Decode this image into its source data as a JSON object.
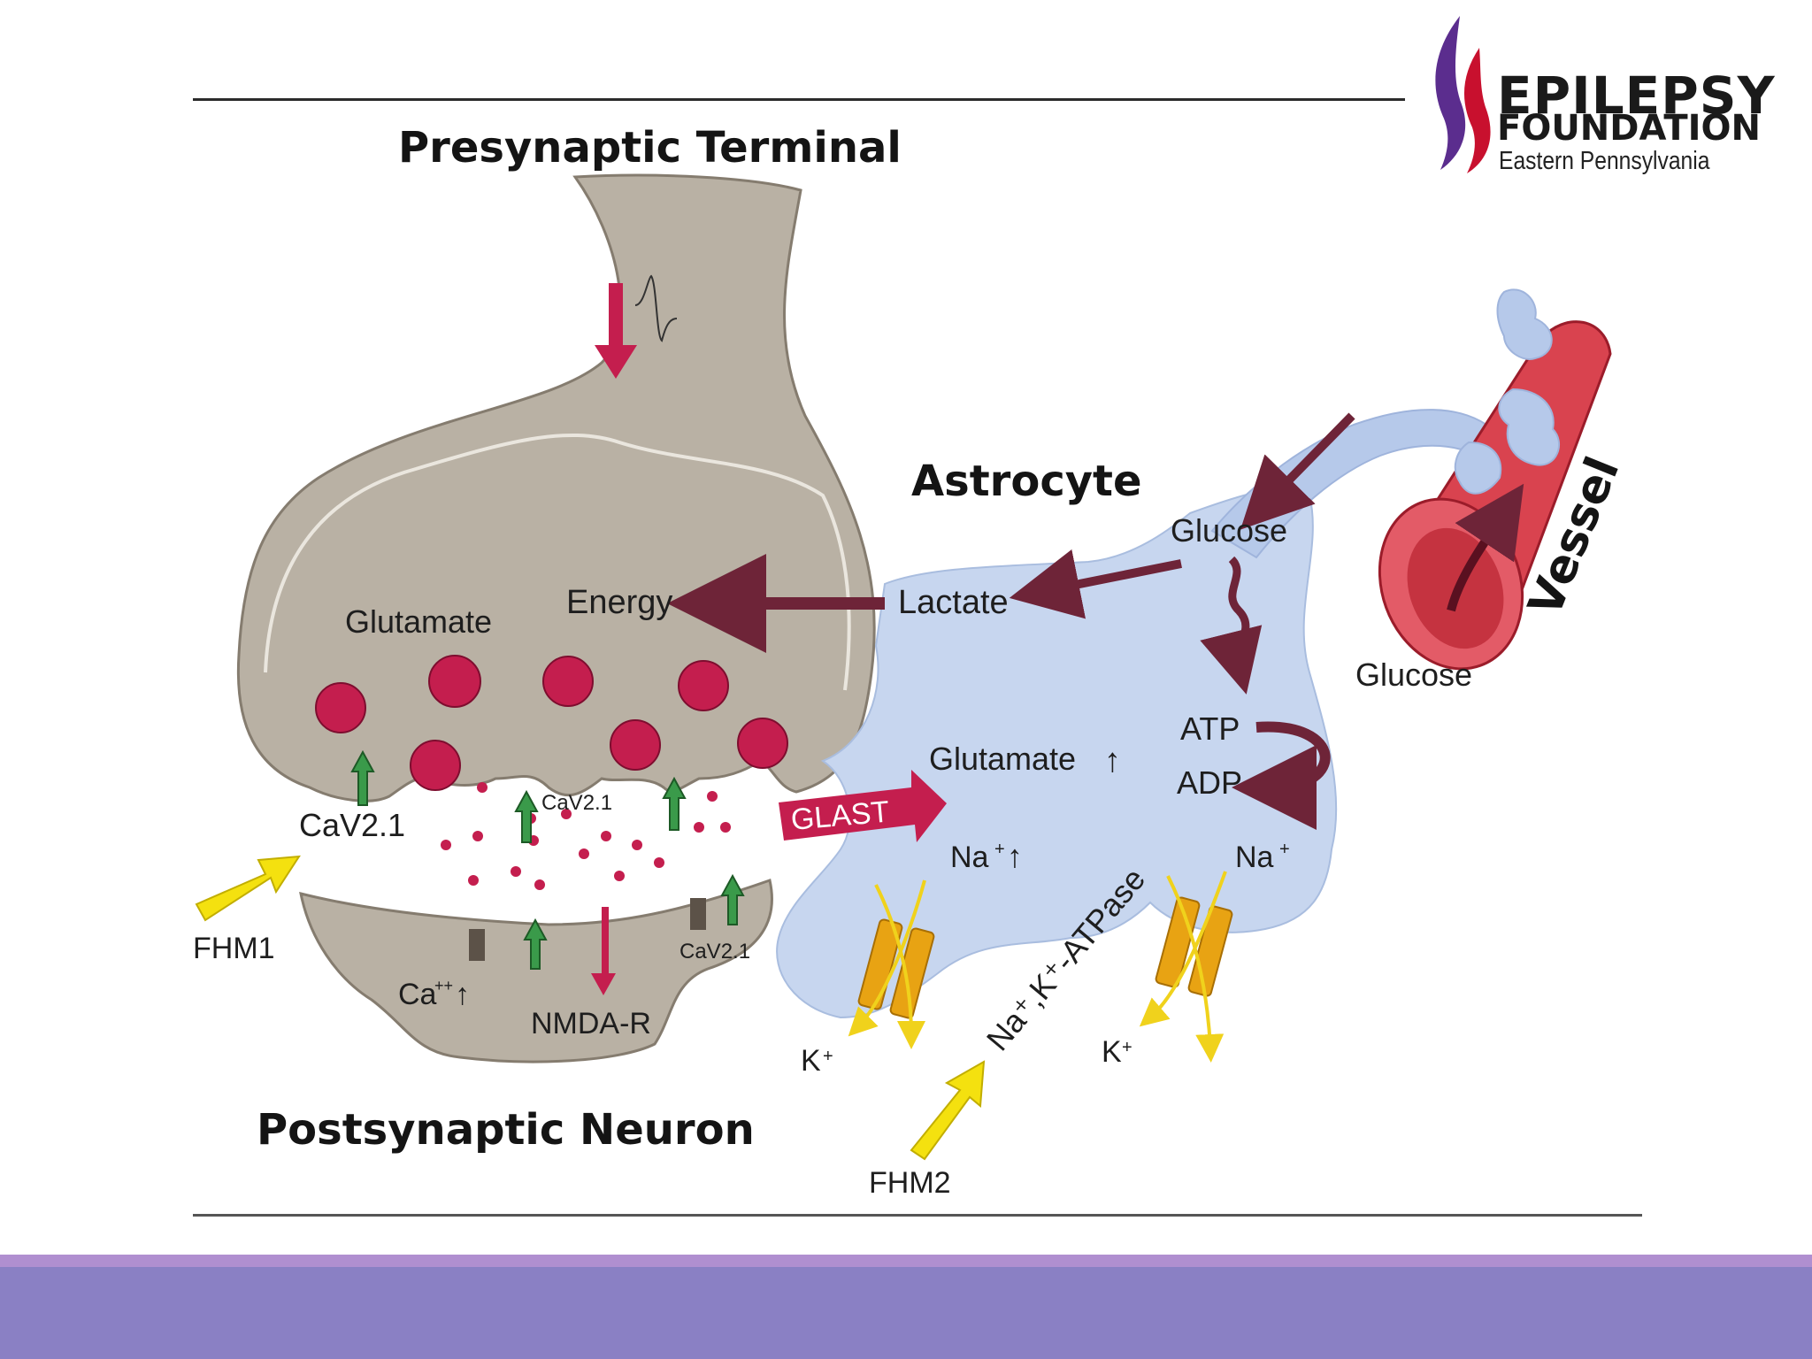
{
  "logo": {
    "line1": "EPILEPSY",
    "line2": "FOUNDATION",
    "line3": "Eastern Pennsylvania",
    "colors": {
      "flame_purple": "#5b2d8e",
      "flame_red": "#c8102e",
      "text": "#1a1a1a"
    }
  },
  "diagram": {
    "presynaptic_title": "Presynaptic Terminal",
    "postsynaptic_title": "Postsynaptic Neuron",
    "astrocyte_title": "Astrocyte",
    "vessel_title": "Vessel",
    "labels": {
      "glutamate": "Glutamate",
      "energy": "Energy",
      "lactate": "Lactate",
      "glucose_astrocyte": "Glucose",
      "glucose_vessel": "Glucose",
      "glutamate_up": "Glutamate",
      "atp": "ATP",
      "adp": "ADP",
      "glast": "GLAST",
      "na_up": "Na",
      "na_right": "Na",
      "atpase": "Na⁺,K⁺-ATPase",
      "k_left": "K",
      "k_right": "K",
      "cav21_left": "CaV2.1",
      "cav21_center": "CaV2.1",
      "cav21_post": "CaV2.1",
      "ca_up": "Ca",
      "nmda": "NMDA-R",
      "fhm1": "FHM1",
      "fhm2": "FHM2"
    },
    "colors": {
      "neuron": "#b9b1a4",
      "astrocyte": "#c7d6ef",
      "vessel": "#d9434f",
      "vesicle": "#c41e4e",
      "arrow_dark": "#6e2438",
      "fhm_arrow": "#f4e10f",
      "channel": "#e8a313",
      "receptor": "#3a9a4a"
    }
  },
  "footer": {
    "colors": {
      "band": "#8a80c4",
      "band_top": "#b08fd0"
    }
  }
}
